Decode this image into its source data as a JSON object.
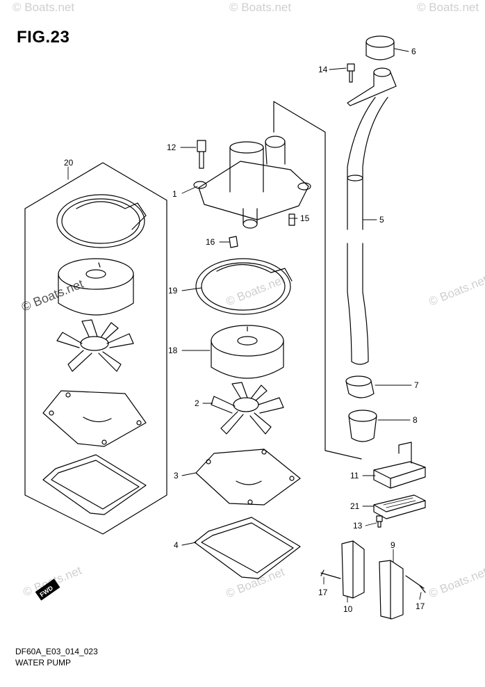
{
  "figure": {
    "title": "FIG.23"
  },
  "footer": {
    "code": "DF60A_E03_014_023",
    "name": "WATER PUMP"
  },
  "watermark": "© Boats.net",
  "fwd_label": "FWD",
  "callouts": [
    {
      "id": "c1",
      "label": "1"
    },
    {
      "id": "c2",
      "label": "2"
    },
    {
      "id": "c3",
      "label": "3"
    },
    {
      "id": "c4",
      "label": "4"
    },
    {
      "id": "c5",
      "label": "5"
    },
    {
      "id": "c6",
      "label": "6"
    },
    {
      "id": "c7",
      "label": "7"
    },
    {
      "id": "c8",
      "label": "8"
    },
    {
      "id": "c9",
      "label": "9"
    },
    {
      "id": "c10",
      "label": "10"
    },
    {
      "id": "c11",
      "label": "11"
    },
    {
      "id": "c12",
      "label": "12"
    },
    {
      "id": "c13",
      "label": "13"
    },
    {
      "id": "c14",
      "label": "14"
    },
    {
      "id": "c15",
      "label": "15"
    },
    {
      "id": "c16",
      "label": "16"
    },
    {
      "id": "c17a",
      "label": "17"
    },
    {
      "id": "c17b",
      "label": "17"
    },
    {
      "id": "c18",
      "label": "18"
    },
    {
      "id": "c19",
      "label": "19"
    },
    {
      "id": "c20",
      "label": "20"
    },
    {
      "id": "c21",
      "label": "21"
    }
  ]
}
